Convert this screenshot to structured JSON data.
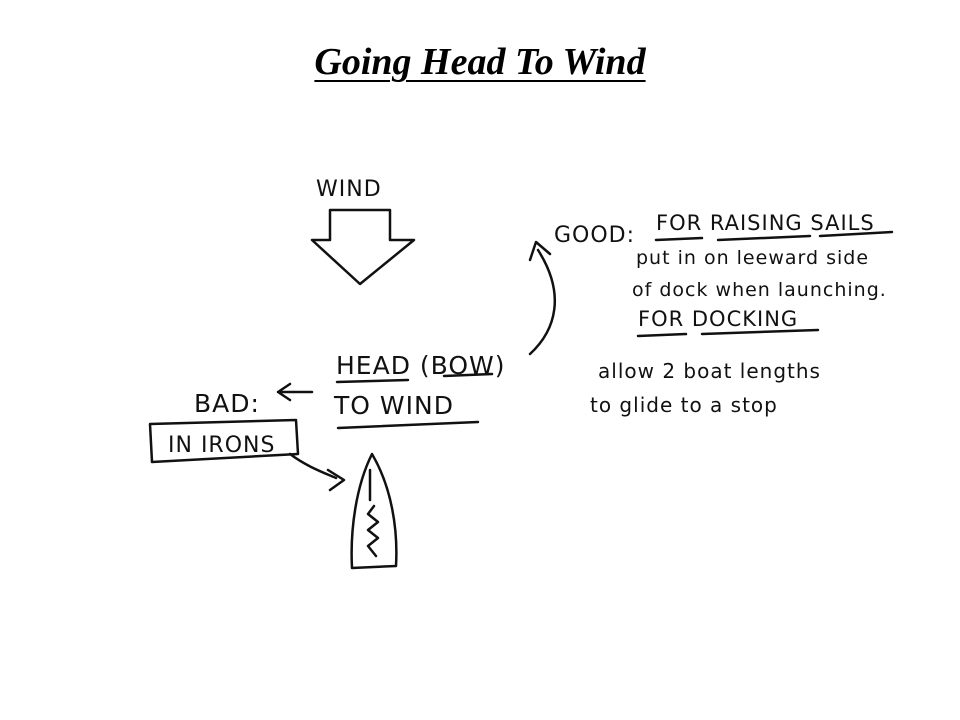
{
  "title": "Going Head To Wind",
  "diagram": {
    "wind_label": "WIND",
    "head_label": "HEAD (BOW)",
    "to_wind_label": "TO WIND",
    "bad_label": "BAD:",
    "in_irons_label": "IN IRONS",
    "good_label": "GOOD:",
    "raising_heading": "FOR RAISING SAILS",
    "raising_line1": "put in on leeward side",
    "raising_line2": "of dock when launching.",
    "docking_heading": "FOR DOCKING",
    "docking_line1": "allow 2 boat lengths",
    "docking_line2": "to glide to a stop"
  }
}
